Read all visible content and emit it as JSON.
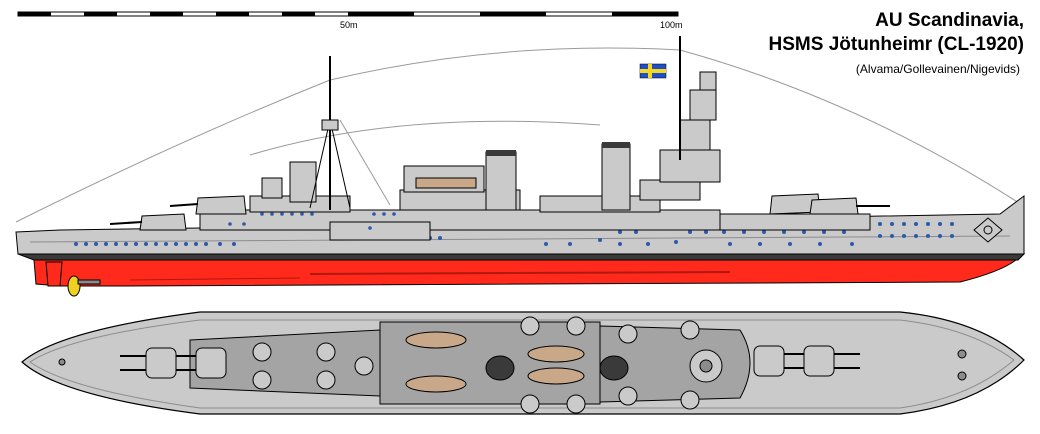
{
  "title": {
    "line1": "AU Scandinavia,",
    "line2": "HSMS Jötunheimr (CL-1920)"
  },
  "credit": "(Alvama/Gollevainen/Nigevids)",
  "scale_bar": {
    "mid_label": "50m",
    "end_label": "100m"
  },
  "colors": {
    "hull_gray": "#cacaca",
    "dark_gray": "#8c8c8c",
    "boot_topping": "#3a3a3a",
    "antifouling_red": "#ff2a1c",
    "porthole_blue": "#2c5aa8",
    "deck_gray": "#a4a4a4",
    "boat_tan": "#c8a888",
    "propeller_yellow": "#f0d020",
    "flag_blue": "#2050c8",
    "flag_yellow": "#f8d820"
  }
}
